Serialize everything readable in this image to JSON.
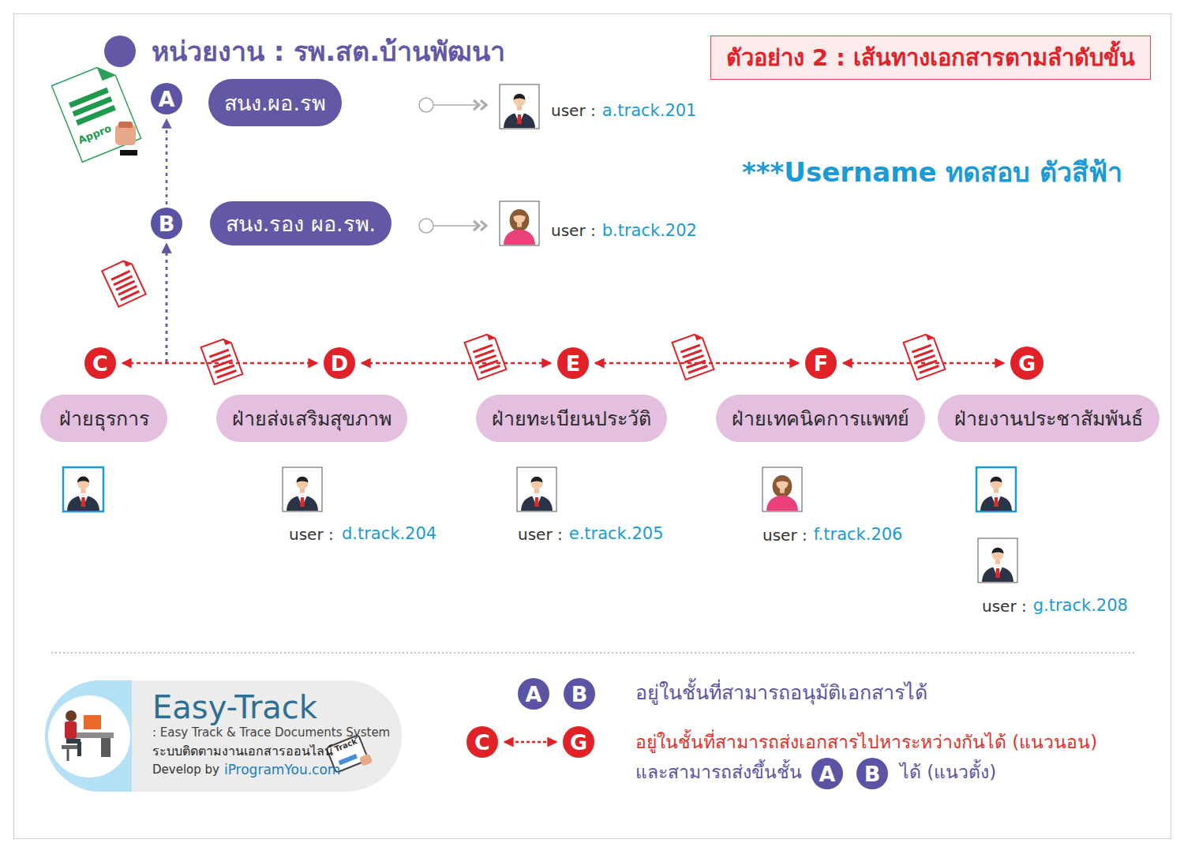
{
  "diagram": {
    "title": "หน่วยงาน : รพ.สต.บ้านพัฒนา",
    "nodes": [
      {
        "text": [
          "ตัวอย่าง 2 : เส้นทางเอกสารตามลำดับขั้น"
        ]
      },
      {
        "text": [
          "A"
        ]
      },
      {
        "text": [
          "สนง.ผอ.รพ"
        ]
      },
      {
        "text": [
          "B"
        ]
      },
      {
        "text": [
          "สนง.รอง ผอ.รพ."
        ]
      },
      {
        "text": [
          "C"
        ]
      },
      {
        "text": [
          "D"
        ]
      },
      {
        "text": [
          "E"
        ]
      },
      {
        "text": [
          "F"
        ]
      },
      {
        "text": [
          "G"
        ]
      },
      {
        "text": [
          "ฝ่ายธุรการ"
        ]
      },
      {
        "text": [
          "ฝ่ายส่งเสริมสุขภาพ"
        ]
      },
      {
        "text": [
          "ฝ่ายทะเบียนประวัติ"
        ]
      },
      {
        "text": [
          "ฝ่ายเทคนิคการแพทย์"
        ]
      },
      {
        "text": [
          "ฝ่ายงานประชาสัมพันธ์"
        ]
      },
      {
        "text": [
          "A"
        ]
      },
      {
        "text": [
          "B"
        ]
      },
      {
        "text": [
          "C"
        ]
      },
      {
        "text": [
          "G"
        ]
      },
      {
        "text": [
          "A"
        ]
      },
      {
        "text": [
          "B"
        ]
      },
      {
        "text": [
          "Easy-Track",
          ": Easy Track & Trace Documents System",
          "ระบบติดตามงานเอกสารออนไลน์",
          "Develop by",
          "iProgramYou.com"
        ]
      }
    ],
    "edges": [
      {
        "from": 3,
        "to": 1,
        "arrow": "to"
      },
      {
        "from": 5,
        "to": 3,
        "arrow": "to"
      },
      {
        "from": 6,
        "to": 3,
        "arrow": "to"
      },
      {
        "from": 5,
        "to": 6,
        "arrow": "both"
      },
      {
        "from": 6,
        "to": 7,
        "arrow": "both"
      },
      {
        "from": 7,
        "to": 8,
        "arrow": "both"
      },
      {
        "from": 8,
        "to": 9,
        "arrow": "both"
      },
      {
        "from": 17,
        "to": 18,
        "arrow": "both"
      }
    ],
    "labels": [
      "Appro",
      "user :",
      "a.track.201",
      "user :",
      "b.track.202",
      "***Username ทดสอบ ตัวสีฟ้า",
      "user :",
      "d.track.204",
      "user :",
      "e.track.205",
      "user :",
      "f.track.206",
      "user :",
      "g.track.208",
      "อยู่ในชั้นที่สามารถอนุมัติเอกสารได้",
      "อยู่ในชั้นที่สามารถส่งเอกสารไปหาระหว่างกันได้ (แนวนอน)",
      "และสามารถส่งขึ้นชั้น",
      "ได้ (แนวตั้ง)",
      "Track"
    ]
  }
}
